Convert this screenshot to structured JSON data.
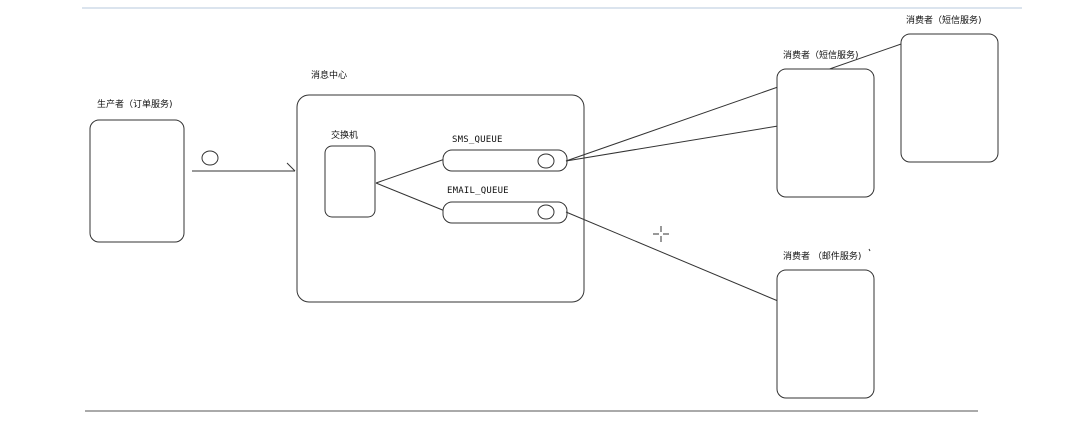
{
  "diagram": {
    "producer": {
      "label": "生产者（订单服务)"
    },
    "message_center": {
      "label": "消息中心"
    },
    "exchange": {
      "label": "交换机"
    },
    "sms_queue": {
      "label": "SMS_QUEUE"
    },
    "email_queue": {
      "label": "EMAIL_QUEUE"
    },
    "consumer_sms_1": {
      "label": "消费者（短信服务)"
    },
    "consumer_sms_2": {
      "label": "消费者（短信服务)"
    },
    "consumer_email": {
      "label": "消费者 （邮件服务)"
    },
    "colors": {
      "stroke": "#333333",
      "top_rule": "#b7c9dc",
      "bottom_rule": "#555555"
    }
  }
}
